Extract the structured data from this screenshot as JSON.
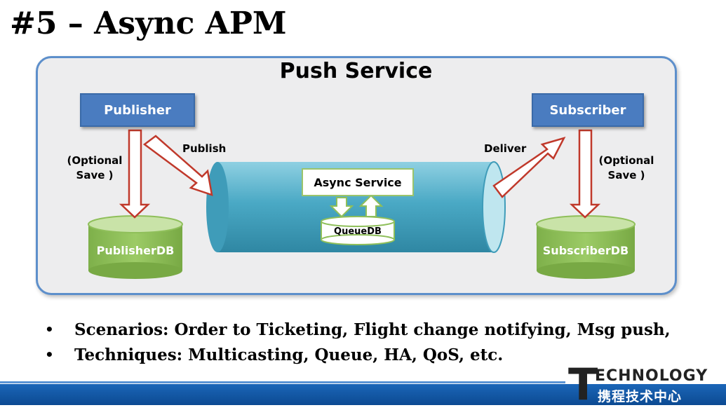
{
  "slide": {
    "title": "#5 – Async APM"
  },
  "diagram": {
    "container_title": "Push Service",
    "publisher": "Publisher",
    "subscriber": "Subscriber",
    "publisher_db": "PublisherDB",
    "subscriber_db": "SubscriberDB",
    "async_service": "Async Service",
    "queue_db": "QueueDB",
    "edge_publish": "Publish",
    "edge_deliver": "Deliver",
    "edge_optional_save_left": [
      "(Optional",
      "Save )"
    ],
    "edge_optional_save_right": [
      "(Optional",
      "Save )"
    ],
    "colors": {
      "blue_box": "#4a7cc0",
      "db_green": "#8fbf5a",
      "pipe": "#4aa9c5",
      "arrow_outline": "#c0392b",
      "panel_border": "#5d8fcb"
    }
  },
  "bullets": [
    "Scenarios: Order to Ticketing, Flight change notifying, Msg push,",
    "Techniques: Multicasting, Queue, HA, QoS, etc."
  ],
  "footer": {
    "logo_letter": "T",
    "logo_word": "ECHNOLOGY",
    "logo_cn": "携程技术中心"
  }
}
